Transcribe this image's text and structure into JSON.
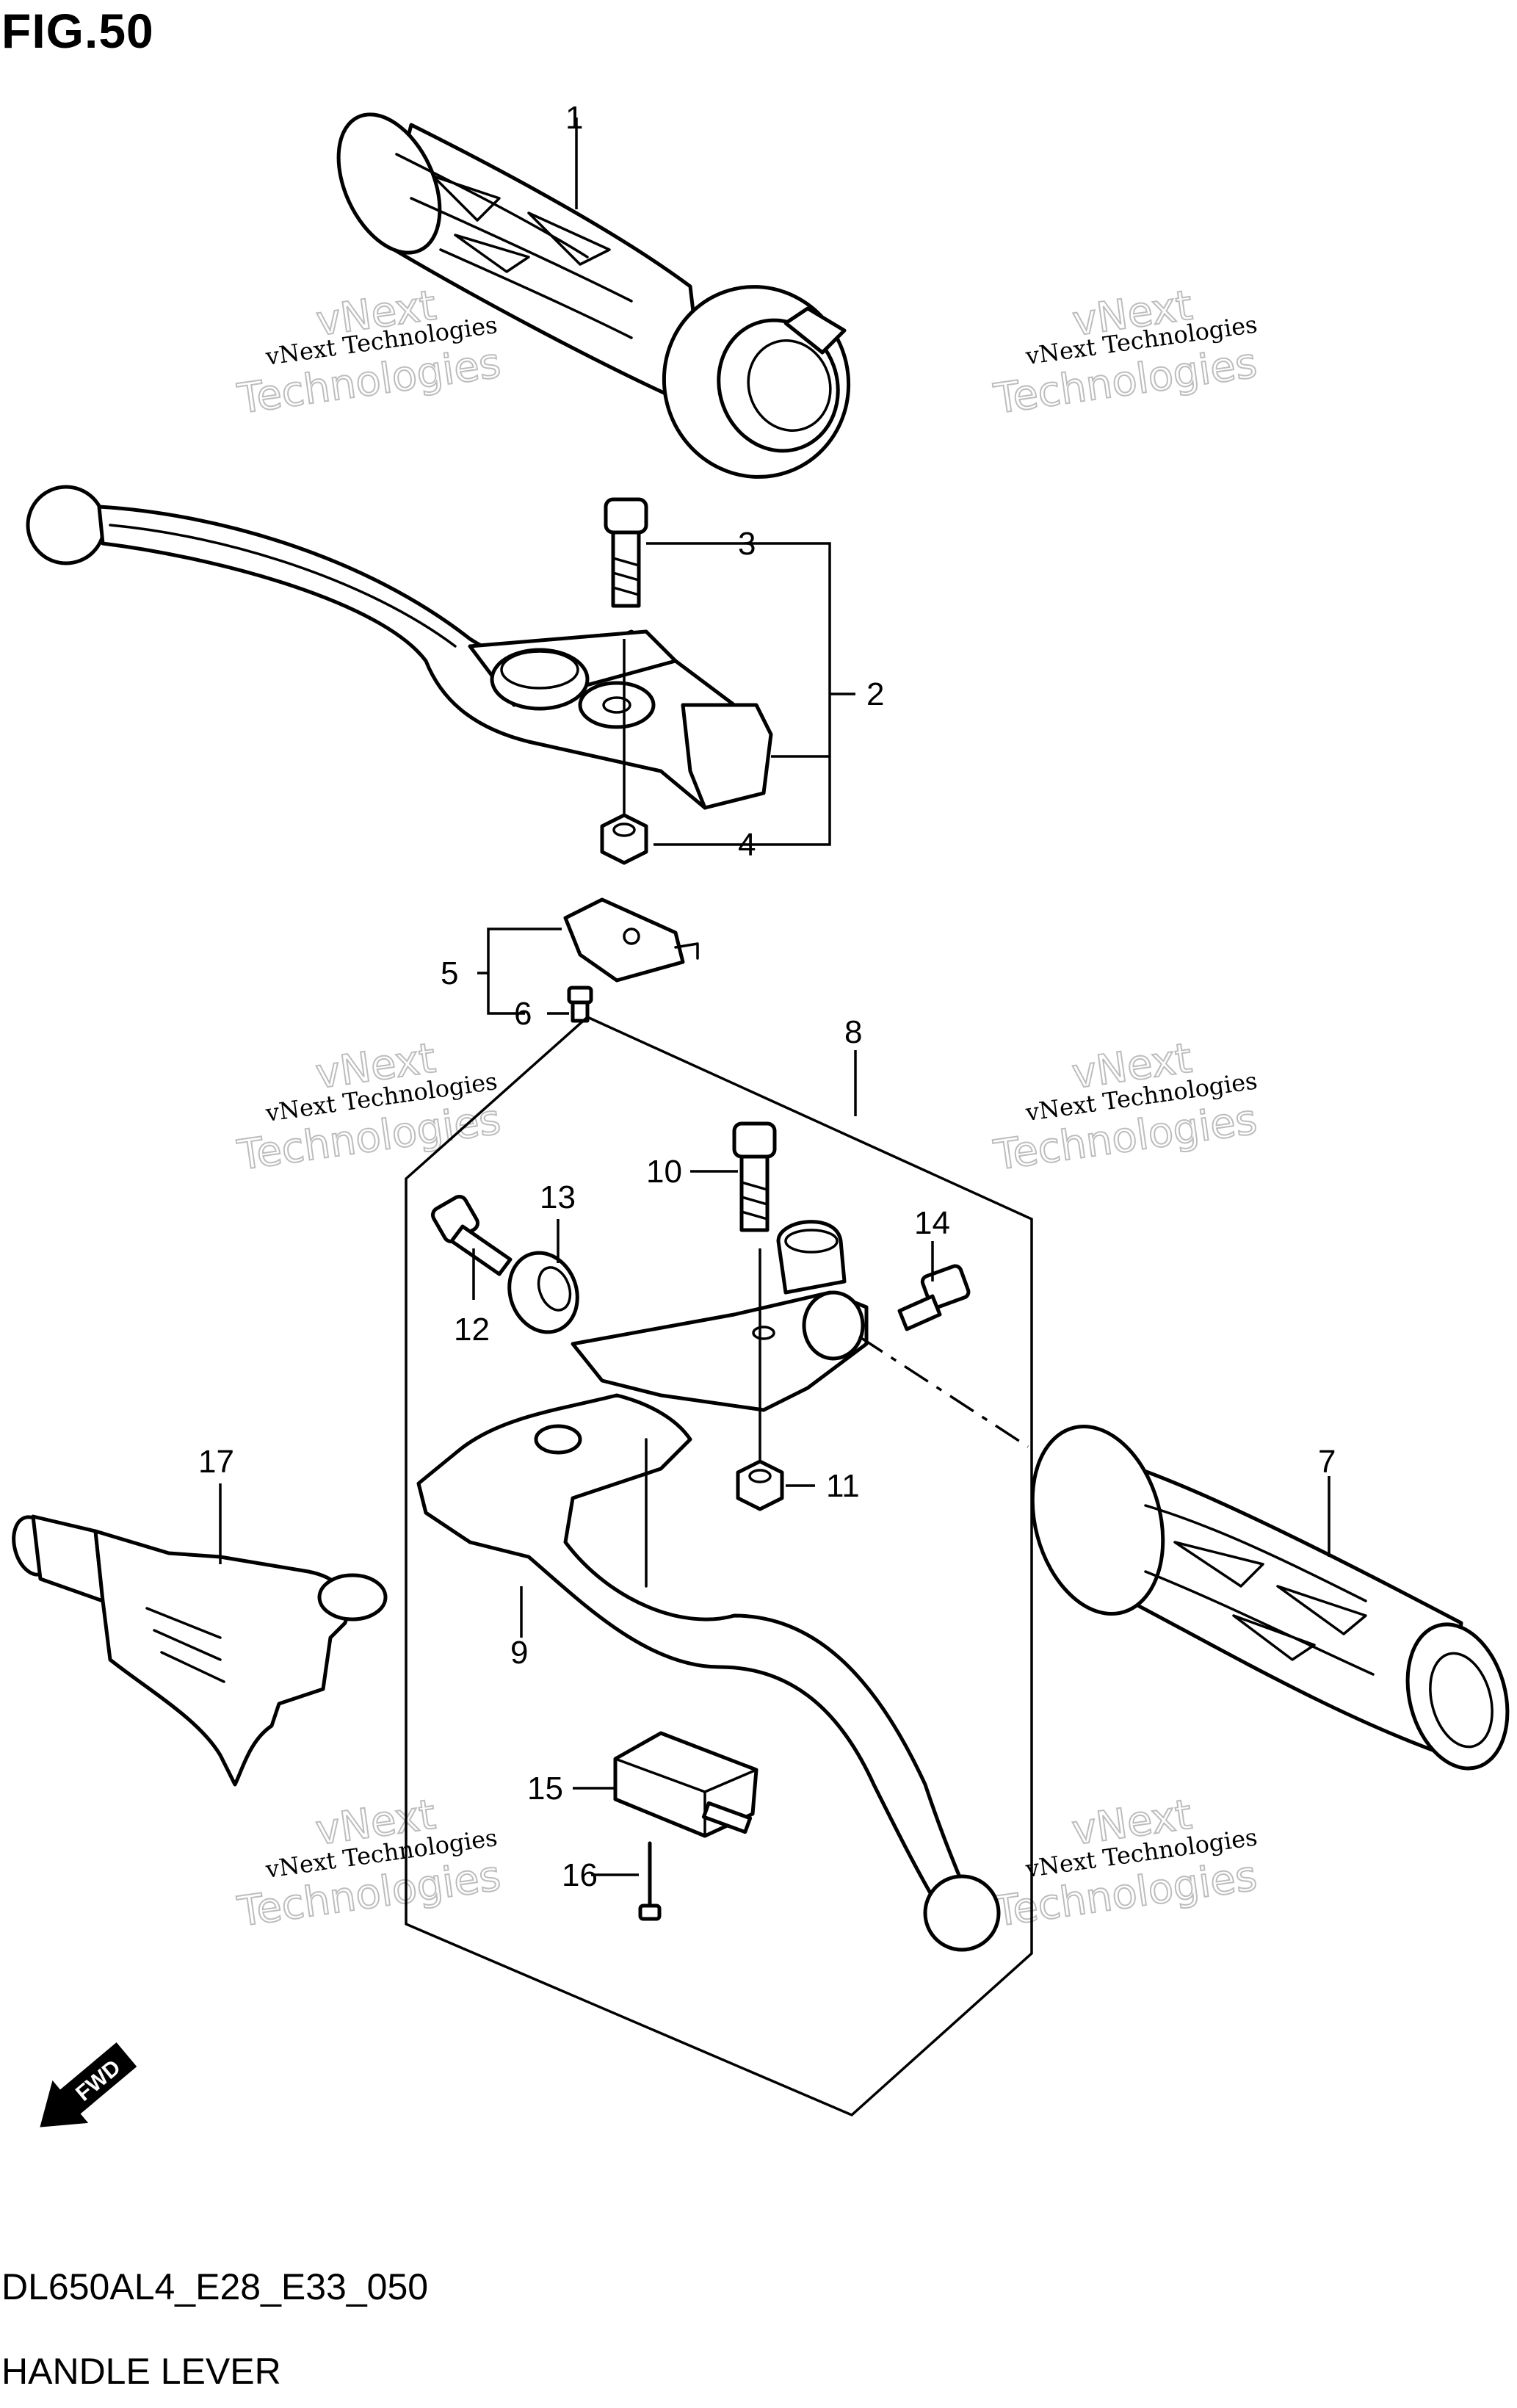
{
  "figure": {
    "title": "FIG.50",
    "code": "DL650AL4_E28_E33_050",
    "name": "HANDLE LEVER"
  },
  "callouts": [
    "1",
    "2",
    "3",
    "4",
    "5",
    "6",
    "7",
    "8",
    "9",
    "10",
    "11",
    "12",
    "13",
    "14",
    "15",
    "16",
    "17"
  ],
  "watermark": {
    "line1": "vNext Technologies",
    "line2": "Technologies",
    "line3": "vNext"
  },
  "fwd_label": "FWD"
}
